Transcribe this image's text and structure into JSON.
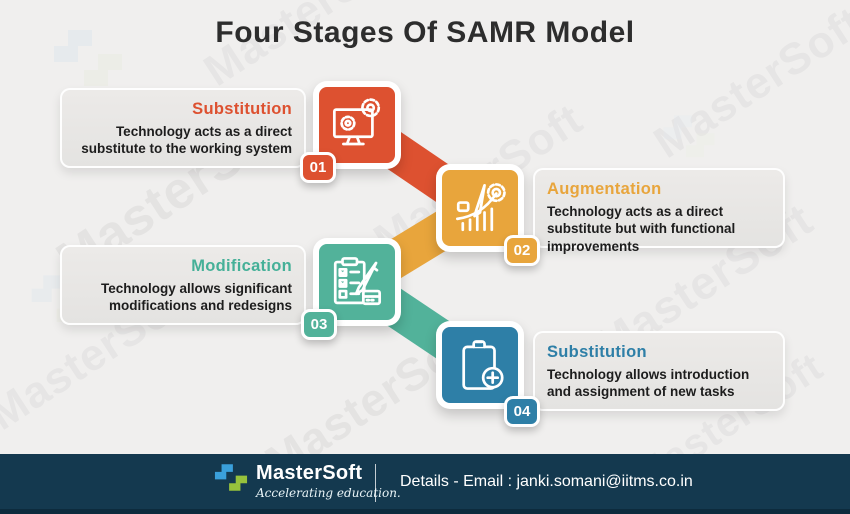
{
  "title": "Four Stages Of SAMR Model",
  "watermark": {
    "text": "MasterSoft"
  },
  "stages": [
    {
      "number": "01",
      "heading": "Substitution",
      "description": "Technology acts as a direct substitute to the working system",
      "color": "#dd5130",
      "icon": "monitor-gears-icon"
    },
    {
      "number": "02",
      "heading": "Augmentation",
      "description": "Technology acts as a direct substitute but with functional improvements",
      "color": "#e8a53c",
      "icon": "hand-pencil-chart-icon"
    },
    {
      "number": "03",
      "heading": "Modification",
      "description": "Technology allows significant modifications and redesigns",
      "color": "#52b29a",
      "icon": "checklist-pencil-icon"
    },
    {
      "number": "04",
      "heading": "Substitution",
      "description": "Technology allows introduction and assignment of new tasks",
      "color": "#2e7fa7",
      "icon": "clipboard-plus-icon"
    }
  ],
  "footer": {
    "brand": "MasterSoft",
    "tagline": "Accelerating education.",
    "contact": "Details - Email : janki.somani@iitms.co.in",
    "background": "#14394f"
  },
  "colors": {
    "background": "#f0efee",
    "card_background": "#e7e5e3",
    "title_text": "#2d2d2d",
    "body_text": "#1d1d1d",
    "stage1": "#dd5130",
    "stage2": "#e8a53c",
    "stage3": "#52b29a",
    "stage4": "#2e7fa7",
    "logo_blue": "#3aa0db",
    "logo_green": "#97c23c"
  }
}
